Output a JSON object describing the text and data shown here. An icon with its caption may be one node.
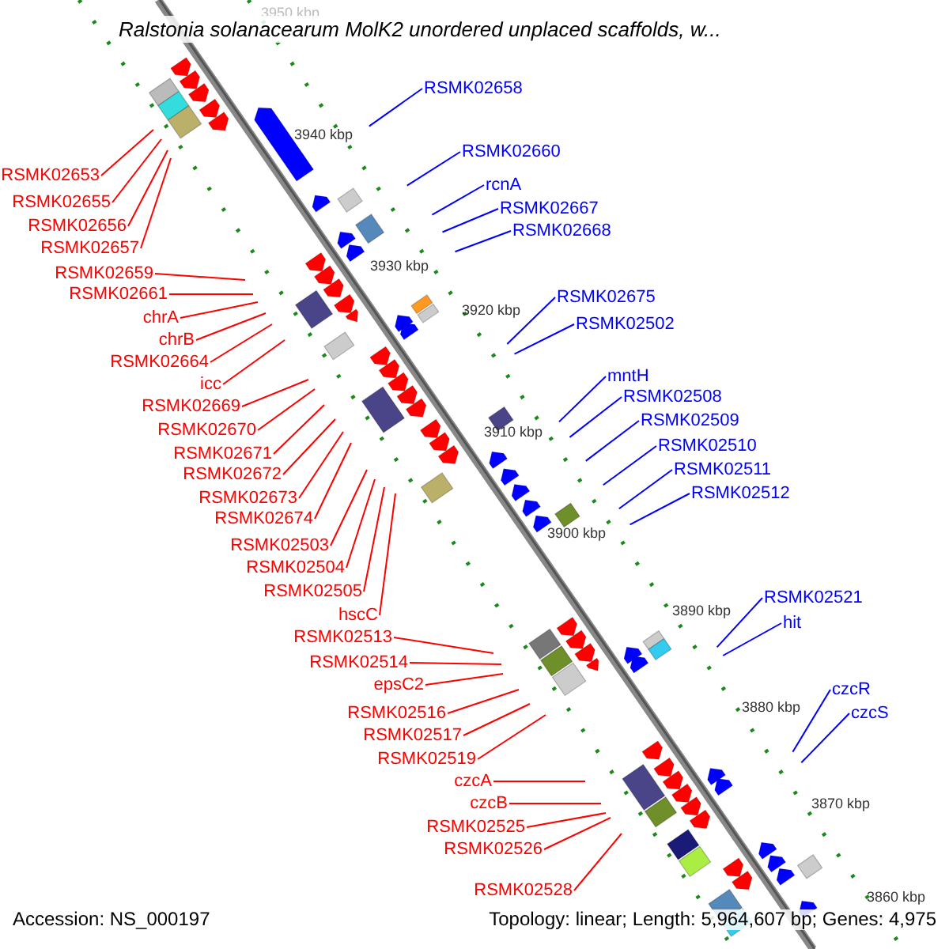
{
  "diagram": {
    "title": "Ralstonia solanacearum MolK2 unordered unplaced scaffolds, w...",
    "nodes": [
      {
        "text": [
          "RSMK02653"
        ]
      },
      {
        "text": [
          "RSMK02655"
        ]
      },
      {
        "text": [
          "RSMK02656"
        ]
      },
      {
        "text": [
          "RSMK02657"
        ]
      },
      {
        "text": [
          "RSMK02659"
        ]
      },
      {
        "text": [
          "RSMK02661"
        ]
      },
      {
        "text": [
          "chrA"
        ]
      },
      {
        "text": [
          "chrB"
        ]
      },
      {
        "text": [
          "RSMK02664"
        ]
      },
      {
        "text": [
          "icc"
        ]
      },
      {
        "text": [
          "RSMK02669"
        ]
      },
      {
        "text": [
          "RSMK02670"
        ]
      },
      {
        "text": [
          "RSMK02671"
        ]
      },
      {
        "text": [
          "RSMK02672"
        ]
      },
      {
        "text": [
          "RSMK02673"
        ]
      },
      {
        "text": [
          "RSMK02674"
        ]
      },
      {
        "text": [
          "RSMK02503"
        ]
      },
      {
        "text": [
          "RSMK02504"
        ]
      },
      {
        "text": [
          "RSMK02505"
        ]
      },
      {
        "text": [
          "hscC"
        ]
      },
      {
        "text": [
          "RSMK02513"
        ]
      },
      {
        "text": [
          "RSMK02514"
        ]
      },
      {
        "text": [
          "epsC2"
        ]
      },
      {
        "text": [
          "RSMK02516"
        ]
      },
      {
        "text": [
          "RSMK02517"
        ]
      },
      {
        "text": [
          "RSMK02519"
        ]
      },
      {
        "text": [
          "czcA"
        ]
      },
      {
        "text": [
          "czcB"
        ]
      },
      {
        "text": [
          "RSMK02525"
        ]
      },
      {
        "text": [
          "RSMK02526"
        ]
      },
      {
        "text": [
          "RSMK02528"
        ]
      },
      {
        "text": [
          "RSMK02658"
        ]
      },
      {
        "text": [
          "RSMK02660"
        ]
      },
      {
        "text": [
          "rcnA"
        ]
      },
      {
        "text": [
          "RSMK02667"
        ]
      },
      {
        "text": [
          "RSMK02668"
        ]
      },
      {
        "text": [
          "RSMK02675"
        ]
      },
      {
        "text": [
          "RSMK02502"
        ]
      },
      {
        "text": [
          "mntH"
        ]
      },
      {
        "text": [
          "RSMK02508"
        ]
      },
      {
        "text": [
          "RSMK02509"
        ]
      },
      {
        "text": [
          "RSMK02510"
        ]
      },
      {
        "text": [
          "RSMK02511"
        ]
      },
      {
        "text": [
          "RSMK02512"
        ]
      },
      {
        "text": [
          "RSMK02521"
        ]
      },
      {
        "text": [
          "hit"
        ]
      },
      {
        "text": [
          "czcR"
        ]
      },
      {
        "text": [
          "czcS"
        ]
      }
    ],
    "edges": [
      {
        "from": 0,
        "to": null,
        "arrow": "none"
      },
      {
        "from": 1,
        "to": null,
        "arrow": "none"
      },
      {
        "from": 2,
        "to": null,
        "arrow": "none"
      },
      {
        "from": 3,
        "to": null,
        "arrow": "none"
      },
      {
        "from": 4,
        "to": null,
        "arrow": "none"
      },
      {
        "from": 5,
        "to": null,
        "arrow": "none"
      },
      {
        "from": 6,
        "to": null,
        "arrow": "none"
      },
      {
        "from": 7,
        "to": null,
        "arrow": "none"
      },
      {
        "from": 8,
        "to": null,
        "arrow": "none"
      },
      {
        "from": 9,
        "to": null,
        "arrow": "none"
      },
      {
        "from": 10,
        "to": null,
        "arrow": "none"
      },
      {
        "from": 11,
        "to": null,
        "arrow": "none"
      },
      {
        "from": 12,
        "to": null,
        "arrow": "none"
      },
      {
        "from": 13,
        "to": null,
        "arrow": "none"
      },
      {
        "from": 14,
        "to": null,
        "arrow": "none"
      },
      {
        "from": 15,
        "to": null,
        "arrow": "none"
      },
      {
        "from": 16,
        "to": null,
        "arrow": "none"
      },
      {
        "from": 17,
        "to": null,
        "arrow": "none"
      },
      {
        "from": 18,
        "to": null,
        "arrow": "none"
      },
      {
        "from": 19,
        "to": null,
        "arrow": "none"
      },
      {
        "from": 20,
        "to": null,
        "arrow": "none"
      },
      {
        "from": 21,
        "to": null,
        "arrow": "none"
      },
      {
        "from": 22,
        "to": null,
        "arrow": "none"
      },
      {
        "from": 23,
        "to": null,
        "arrow": "none"
      },
      {
        "from": 24,
        "to": null,
        "arrow": "none"
      },
      {
        "from": 25,
        "to": null,
        "arrow": "none"
      },
      {
        "from": 26,
        "to": null,
        "arrow": "none"
      },
      {
        "from": 27,
        "to": null,
        "arrow": "none"
      },
      {
        "from": 28,
        "to": null,
        "arrow": "none"
      },
      {
        "from": 29,
        "to": null,
        "arrow": "none"
      },
      {
        "from": 30,
        "to": null,
        "arrow": "none"
      },
      {
        "from": 31,
        "to": null,
        "arrow": "none",
        "color": "#0000ff"
      },
      {
        "from": 32,
        "to": null,
        "arrow": "none",
        "color": "#0000ff"
      },
      {
        "from": 33,
        "to": null,
        "arrow": "none",
        "color": "#0000ff"
      },
      {
        "from": 34,
        "to": null,
        "arrow": "none",
        "color": "#0000ff"
      },
      {
        "from": 35,
        "to": null,
        "arrow": "none",
        "color": "#0000ff"
      },
      {
        "from": 36,
        "to": null,
        "arrow": "none",
        "color": "#0000ff"
      },
      {
        "from": 37,
        "to": null,
        "arrow": "none",
        "color": "#0000ff"
      },
      {
        "from": 38,
        "to": null,
        "arrow": "none",
        "color": "#0000ff"
      },
      {
        "from": 39,
        "to": null,
        "arrow": "none",
        "color": "#0000ff"
      },
      {
        "from": 40,
        "to": null,
        "arrow": "none",
        "color": "#0000ff"
      },
      {
        "from": 41,
        "to": null,
        "arrow": "none",
        "color": "#0000ff"
      },
      {
        "from": 42,
        "to": null,
        "arrow": "none",
        "color": "#0000ff"
      },
      {
        "from": 43,
        "to": null,
        "arrow": "none",
        "color": "#0000ff"
      },
      {
        "from": 44,
        "to": null,
        "arrow": "none",
        "color": "#0000ff"
      },
      {
        "from": 45,
        "to": null,
        "arrow": "none",
        "color": "#0000ff"
      },
      {
        "from": 46,
        "to": null,
        "arrow": "none",
        "color": "#0000ff"
      },
      {
        "from": 47,
        "to": null,
        "arrow": "none",
        "color": "#0000ff"
      }
    ],
    "labels": [
      "3950 kbp",
      "3940 kbp",
      "3930 kbp",
      "3920 kbp",
      "3910 kbp",
      "3900 kbp",
      "3890 kbp",
      "3880 kbp",
      "3870 kbp",
      "3860 kbp",
      "Accession: NS_000197",
      "Topology: linear; Length: 5,964,607 bp; Genes: 4,975"
    ]
  }
}
